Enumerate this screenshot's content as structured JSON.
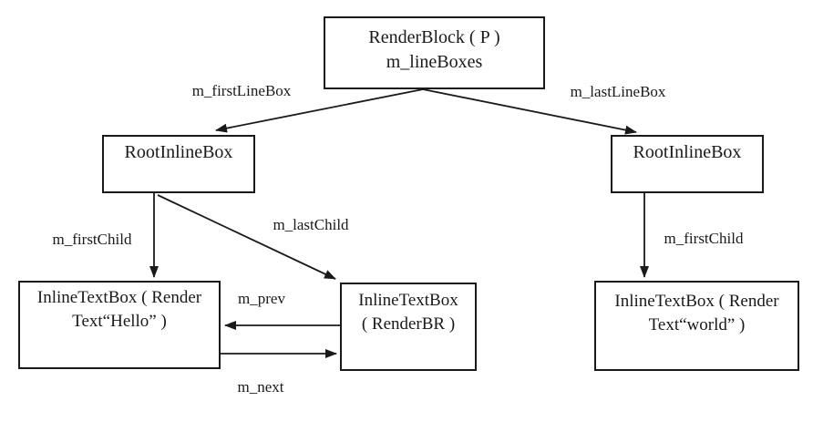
{
  "diagram": {
    "nodes": {
      "render_block": {
        "line1": "RenderBlock ( P )",
        "line2": "m_lineBoxes"
      },
      "root_inline_box_left": {
        "line1": "RootInlineBox"
      },
      "root_inline_box_right": {
        "line1": "RootInlineBox"
      },
      "inline_text_box_hello": {
        "line1": "InlineTextBox ( Render",
        "line2": "Text“Hello” )"
      },
      "inline_text_box_br": {
        "line1": "InlineTextBox",
        "line2": "( RenderBR )"
      },
      "inline_text_box_world": {
        "line1": "InlineTextBox ( Render",
        "line2": "Text“world” )"
      }
    },
    "edge_labels": {
      "m_first_line_box": "m_firstLineBox",
      "m_last_line_box": "m_lastLineBox",
      "m_first_child_left": "m_firstChild",
      "m_last_child": "m_lastChild",
      "m_prev": "m_prev",
      "m_next": "m_next",
      "m_first_child_right": "m_firstChild"
    },
    "colors": {
      "background": "#ffffff",
      "line": "#1a1a1a",
      "box_border": "#1a1a1a",
      "text": "#1a1a1a"
    }
  }
}
